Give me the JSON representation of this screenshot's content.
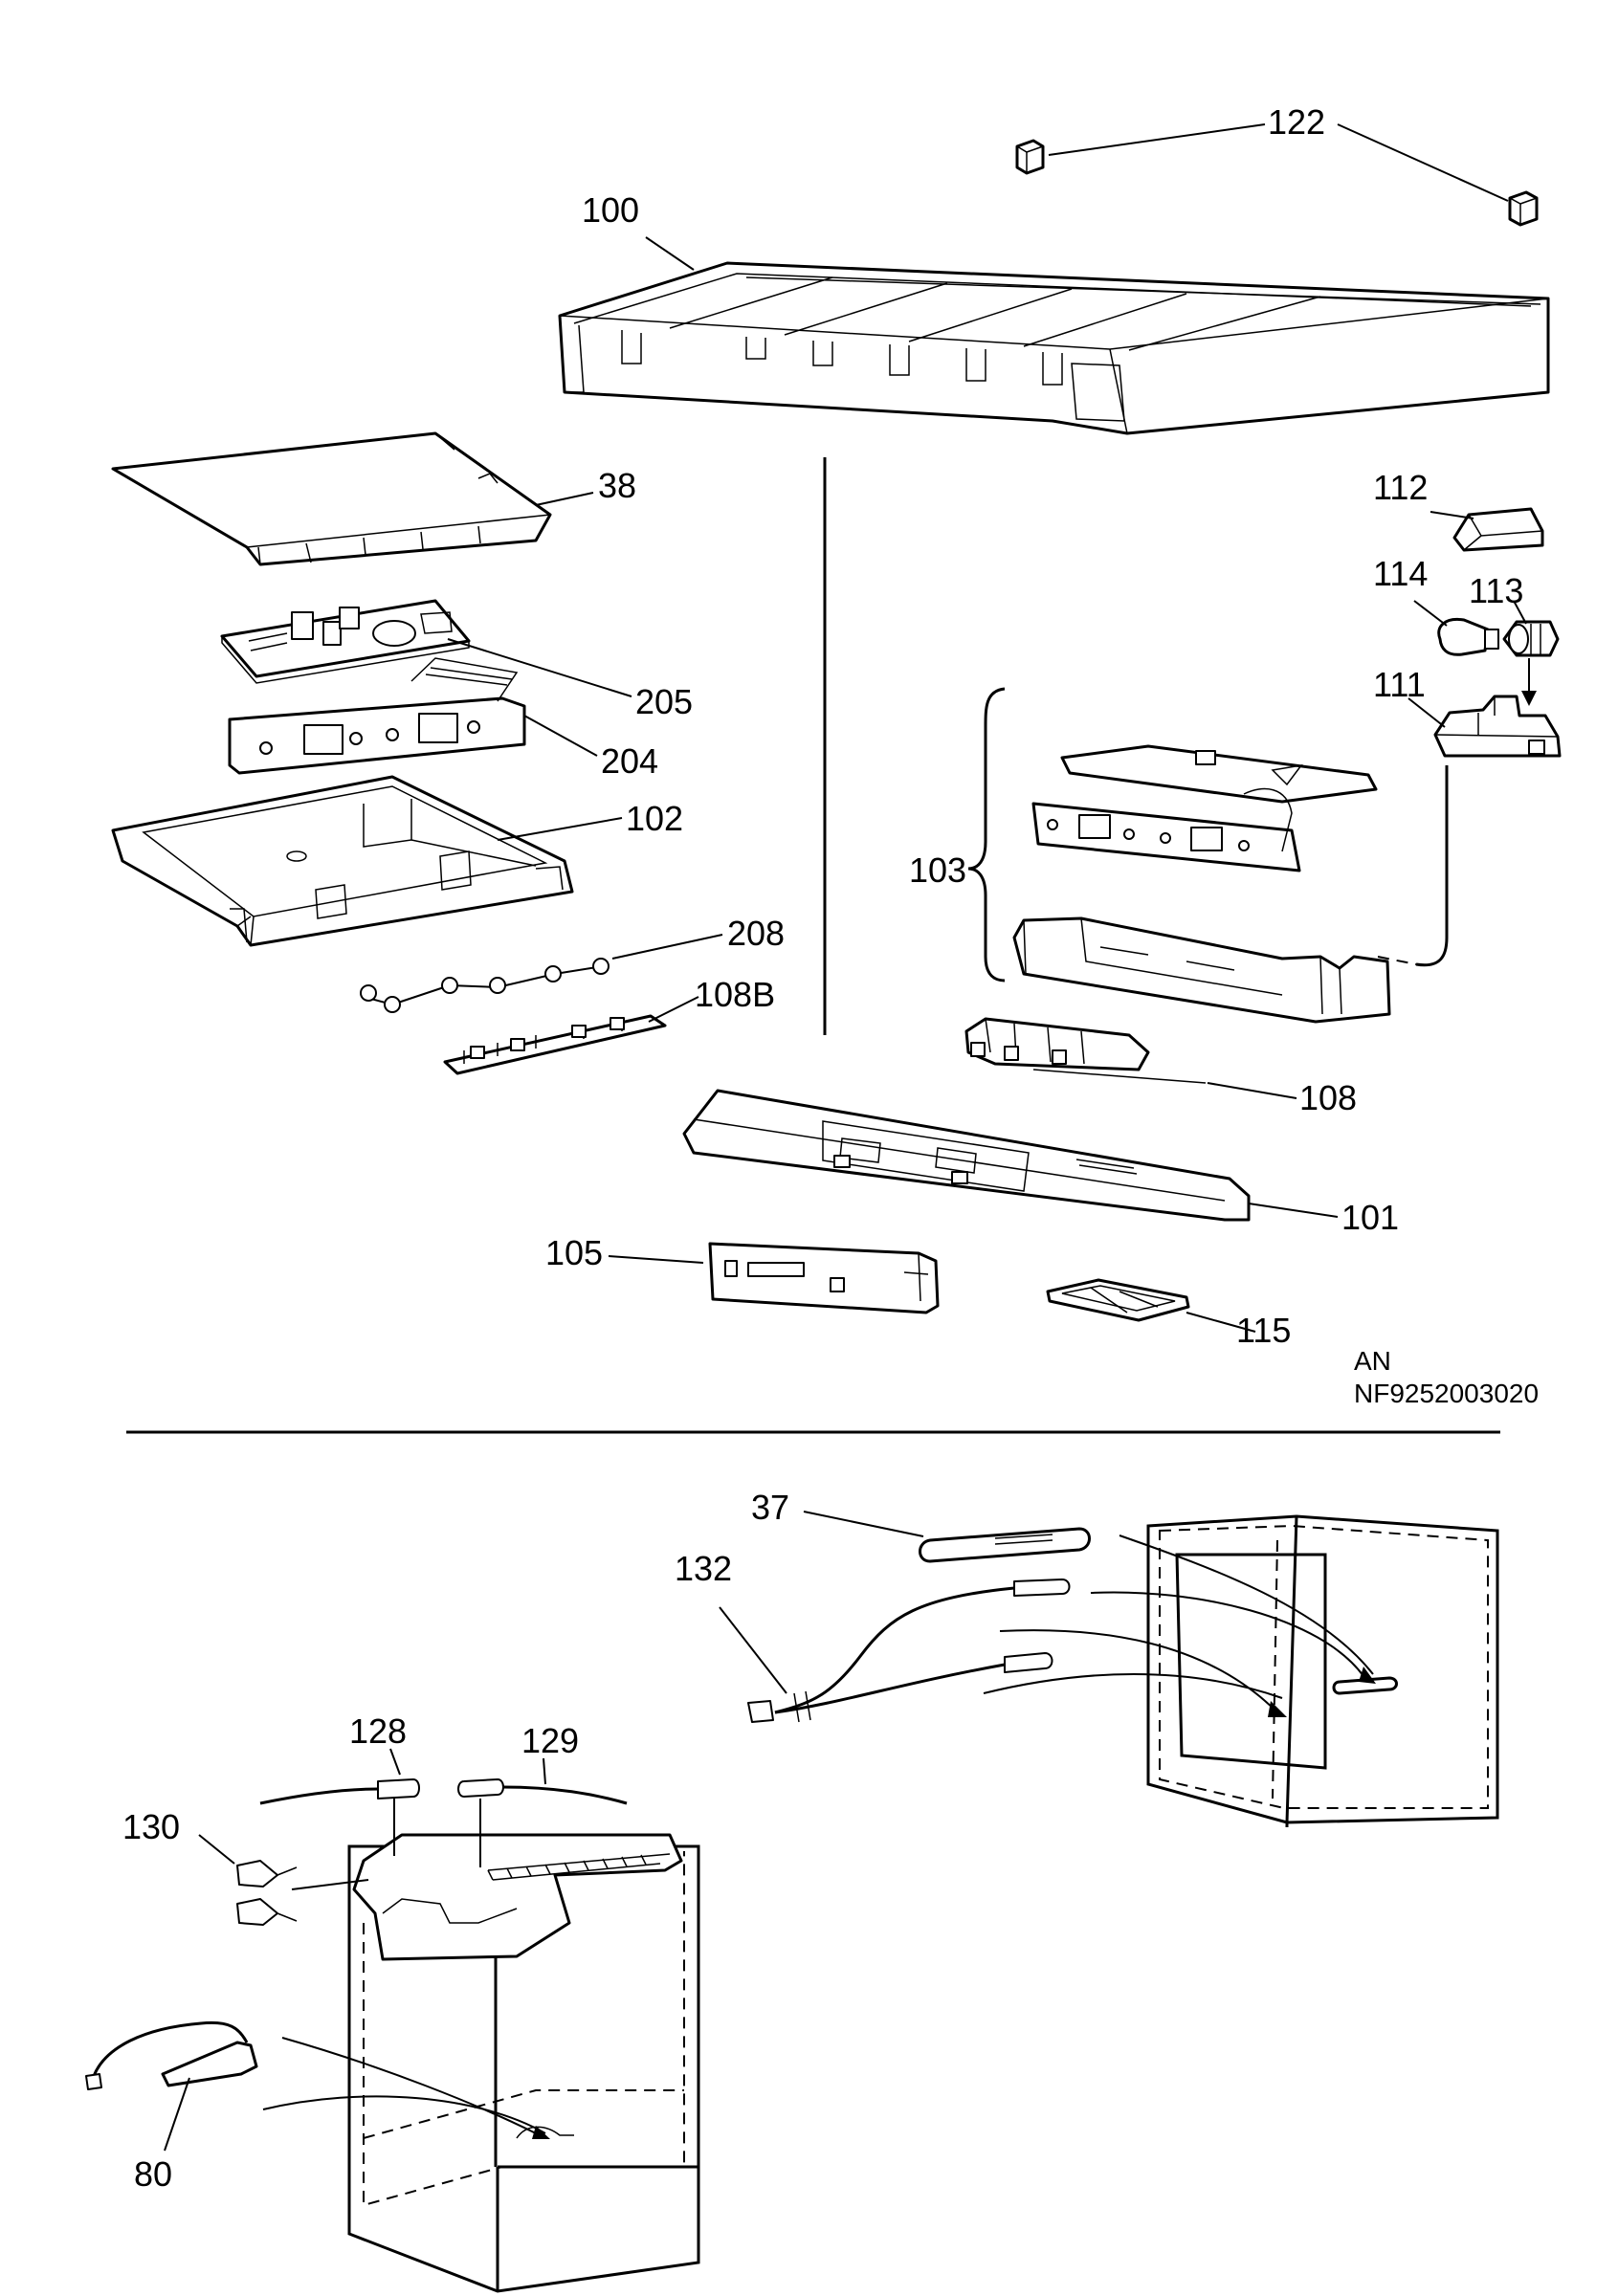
{
  "labels": {
    "p122": "122",
    "p100": "100",
    "p38": "38",
    "p112": "112",
    "p114": "114",
    "p113": "113",
    "p205": "205",
    "p204": "204",
    "p111": "111",
    "p102": "102",
    "p103": "103",
    "p208": "208",
    "p108b": "108B",
    "p108": "108",
    "p101": "101",
    "p105": "105",
    "p115": "115",
    "p37": "37",
    "p132": "132",
    "p128": "128",
    "p129": "129",
    "p130": "130",
    "p80": "80"
  },
  "code": {
    "line1": "AN",
    "line2": "NF9252003020"
  }
}
